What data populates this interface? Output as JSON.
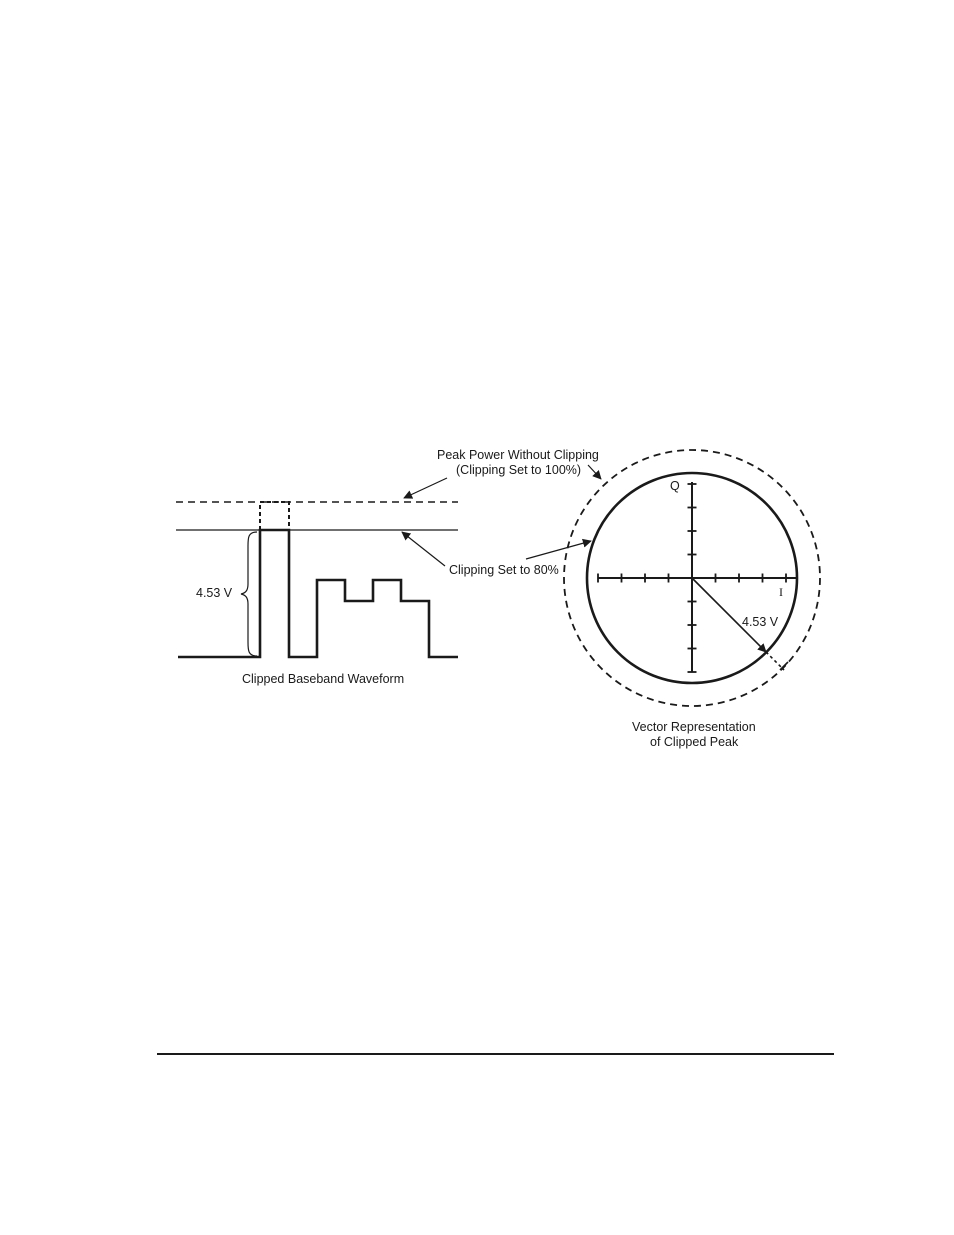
{
  "waveform": {
    "caption": "Clipped Baseband Waveform",
    "peak_voltage_label": "4.53 V"
  },
  "annotations": {
    "peak_power_line1": "Peak Power Without Clipping",
    "peak_power_line2": "(Clipping Set to 100%)",
    "clipping_level": "Clipping Set to 80%"
  },
  "vector": {
    "q_axis_label": "Q",
    "i_axis_label": "I",
    "magnitude_label": "4.53 V",
    "caption_line1": "Vector Representation",
    "caption_line2": "of Clipped Peak"
  },
  "colors": {
    "ink": "#1a1a1a",
    "background": "#ffffff"
  }
}
